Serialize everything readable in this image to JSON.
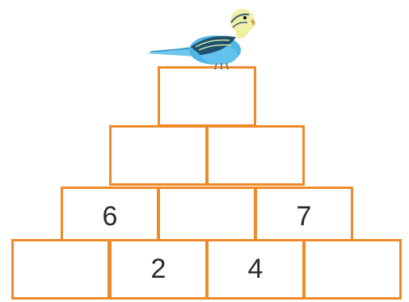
{
  "pyramid": {
    "rows": [
      {
        "cells": [
          {
            "value": ""
          }
        ]
      },
      {
        "cells": [
          {
            "value": ""
          },
          {
            "value": ""
          }
        ]
      },
      {
        "cells": [
          {
            "value": "6"
          },
          {
            "value": ""
          },
          {
            "value": "7"
          }
        ]
      },
      {
        "cells": [
          {
            "value": ""
          },
          {
            "value": "2"
          },
          {
            "value": "4"
          },
          {
            "value": ""
          }
        ]
      }
    ]
  },
  "colors": {
    "border": "#ee8a2a",
    "bird_body": "#4fb6e8",
    "bird_head": "#f1f0a8",
    "bird_wing": "#1f4f6b"
  },
  "bird": {
    "icon": "budgie-icon"
  }
}
